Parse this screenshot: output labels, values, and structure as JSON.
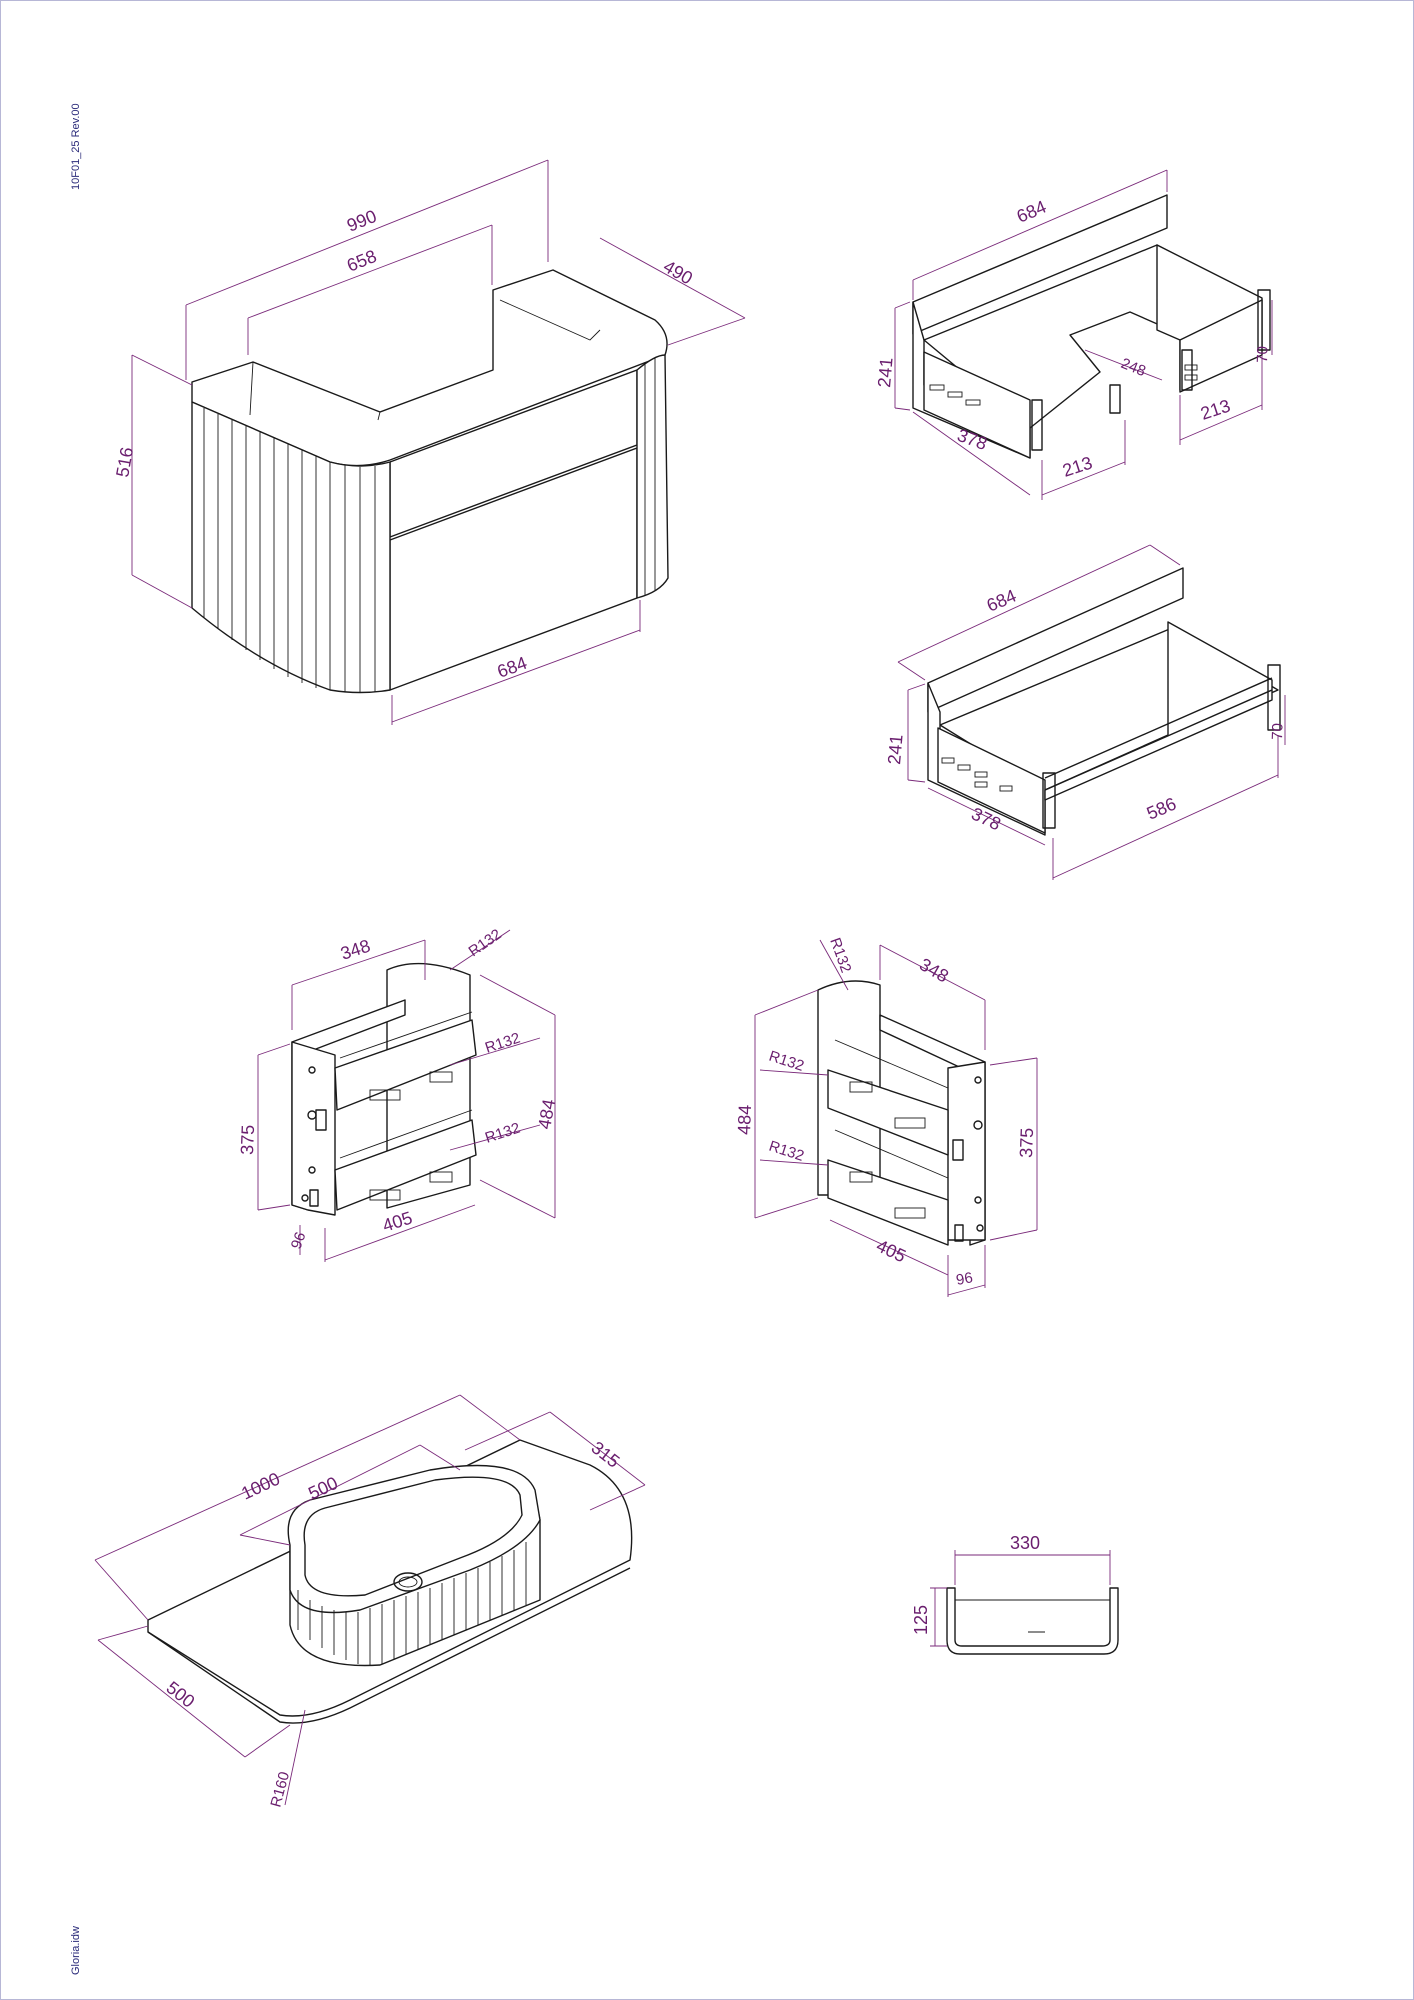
{
  "sheet": {
    "revision_label": "10F01_25 Rev.00",
    "file_label": "Gloria.idw"
  },
  "cabinet": {
    "width": "990",
    "inner_width": "658",
    "depth": "490",
    "height": "516",
    "front_width": "684"
  },
  "drawer_top": {
    "width": "684",
    "height": "241",
    "depth": "378",
    "left_section": "213",
    "right_section": "213",
    "cutout": "248",
    "side_height": "70"
  },
  "drawer_bottom": {
    "width": "684",
    "height": "241",
    "depth": "378",
    "length": "586",
    "side_height": "70"
  },
  "side_unit_left": {
    "width": "348",
    "radius_top": "R132",
    "radius_mid": "R132",
    "radius_low": "R132",
    "inner_height": "375",
    "height": "484",
    "depth": "405",
    "offset": "96"
  },
  "side_unit_right": {
    "width": "348",
    "radius_top": "R132",
    "radius_mid": "R132",
    "radius_low": "R132",
    "inner_height": "375",
    "height": "484",
    "depth": "405",
    "offset": "96"
  },
  "countertop": {
    "length": "1000",
    "basin_width": "500",
    "basin_depth": "315",
    "depth": "500",
    "corner_radius": "R160"
  },
  "basin_section": {
    "width": "330",
    "height": "125"
  }
}
